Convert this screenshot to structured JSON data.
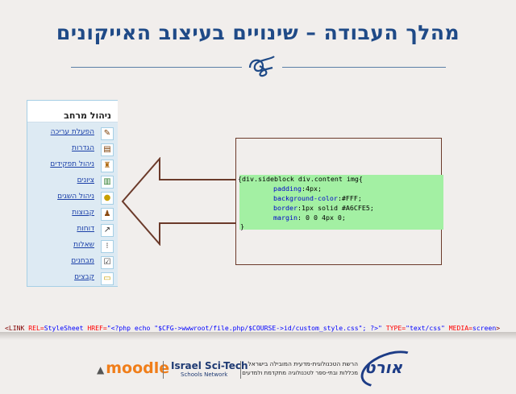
{
  "slide": {
    "title": "מהלך העבודה – שינויים בעיצוב האייקונים"
  },
  "sideblock": {
    "header": "ניהול מרחב",
    "items": [
      {
        "label": "הפעלת עריכה",
        "icon": "edit-icon"
      },
      {
        "label": "הגדרות",
        "icon": "settings-icon"
      },
      {
        "label": "ניהול תפקידים",
        "icon": "roles-icon"
      },
      {
        "label": "ציונים",
        "icon": "grades-icon"
      },
      {
        "label": "ניהול השגים",
        "icon": "outcomes-icon"
      },
      {
        "label": "קבוצות",
        "icon": "groups-icon"
      },
      {
        "label": "דוחות",
        "icon": "reports-icon"
      },
      {
        "label": "שאלות",
        "icon": "questions-icon"
      },
      {
        "label": "מבחנים",
        "icon": "quizzes-icon"
      },
      {
        "label": "קבצים",
        "icon": "files-icon"
      }
    ]
  },
  "code": {
    "selector": "{div.sideblock div.content img{",
    "lines": [
      {
        "prop": "padding",
        "value": ":4px;"
      },
      {
        "prop": "background-color",
        "value": ":#FFF;"
      },
      {
        "prop": "border",
        "value": ":1px solid #A6CFE5;"
      },
      {
        "prop": "margin",
        "value": ": 0 0 4px 0;"
      }
    ],
    "close": "}"
  },
  "link_tag": {
    "open": "<LINK",
    "rel_attr": "REL=",
    "rel_val": "StyleSheet",
    "href_attr": "HREF=",
    "href_val": "\"<?php echo \"$CFG->wwwroot/file.php/$COURSE->id/custom_style.css\"; ?>\"",
    "type_attr": "TYPE=",
    "type_val": "\"text/css\"",
    "media_attr": "MEDIA=",
    "media_val": "screen",
    "close": ">"
  },
  "footer": {
    "moodle": "moodle",
    "ist_main": "Israel Sci-Tech",
    "ist_sub": "Schools Network",
    "heb_line1": "הרשת הטכנולוגית-מדעית המובילה בישראל",
    "heb_line2": "מכללות ובתי-ספר לטכנולוגיה מתקדמת ולמדעים",
    "ort": "אורט"
  },
  "colors": {
    "title": "#1f4a87",
    "code_highlight": "#a3f0a3",
    "arrow": "#6b3a2a",
    "sideblock_border": "#a6cfe5",
    "link": "#1a3fa8"
  }
}
